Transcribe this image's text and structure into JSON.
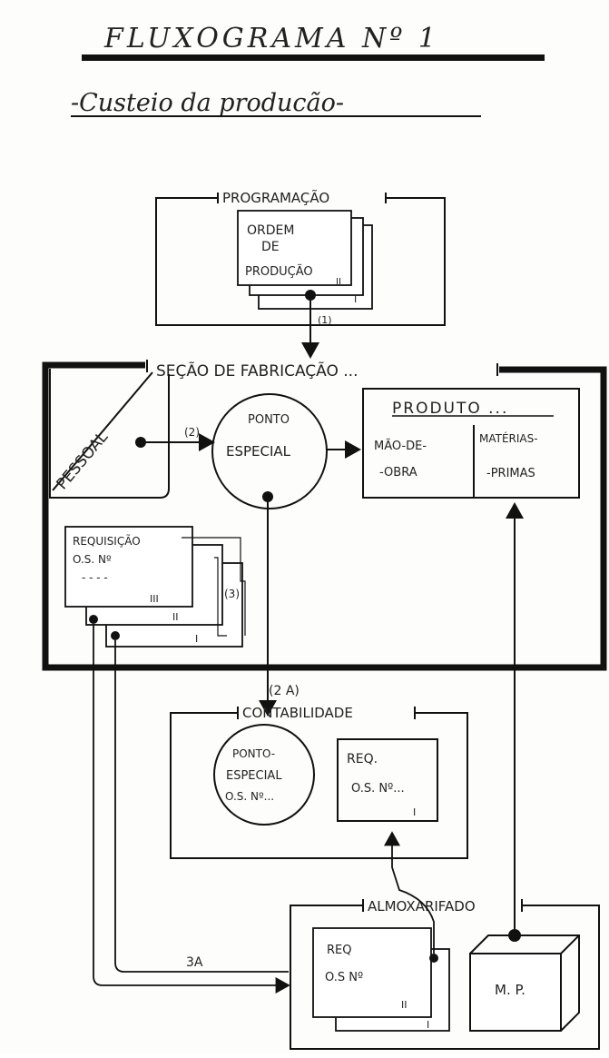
{
  "title": "FLUXOGRAMA Nº 1",
  "subtitle": "-Custeio da producão-",
  "programacao": {
    "label": "PROGRAMAÇÃO",
    "doc_line1": "ORDEM",
    "doc_line2": "DE",
    "doc_line3": "PRODUÇÃO",
    "doc_copy2": "II",
    "doc_copy1": "I",
    "flow_label": "(1)"
  },
  "fabricacao": {
    "label": "SEÇÃO DE FABRICAÇÃO ...",
    "pessoal": "PESSOAL",
    "flow2": "(2)",
    "ponto_line1": "PONTO",
    "ponto_line2": "ESPECIAL",
    "produto_title": "PRODUTO ...",
    "mao_line1": "MÃO-DE-",
    "mao_line2": "-OBRA",
    "mat_line1": "MATÉRIAS-",
    "mat_line2": "-PRIMAS",
    "req_line1": "REQUISIÇÃO",
    "req_line2": "O.S. Nº",
    "req_line3": "- - - -",
    "req_copy3": "III",
    "req_copy2": "II",
    "req_copy1": "I",
    "flow3": "(3)"
  },
  "flow2a": "(2 A)",
  "contabilidade": {
    "label": "CONTABILIDADE",
    "ponto_line1": "PONTO-",
    "ponto_line2": "ESPECIAL",
    "ponto_line3": "O.S. Nº...",
    "req_line1": "REQ.",
    "req_line2": "O.S. Nº...",
    "req_copy": "I"
  },
  "almoxarifado": {
    "label": "ALMOXARIFADO",
    "flow3a": "3A",
    "req_line1": "REQ",
    "req_line2": "O.S Nº",
    "req_copy2": "II",
    "req_copy1": "I",
    "mp_label": "M. P."
  }
}
